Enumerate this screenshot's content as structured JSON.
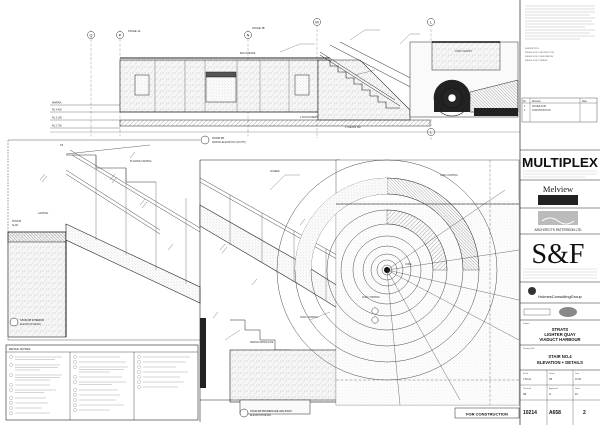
{
  "sheet": {
    "grid_markers": [
      "Q",
      "P",
      "N",
      "M",
      "L"
    ],
    "drawing_labels": {
      "elevation_south": {
        "title": "STAIR #8",
        "subtitle": "MARINA ELEVATION (SOUTH)"
      },
      "detail_left": {
        "title": "STAIR #8 INTERIOR",
        "subtitle": "ELEVATION DETAIL"
      },
      "detail_walkway": {
        "title": "STAIR #8 PROMENADE WALKWAY",
        "subtitle": "ELEVATION DETAIL"
      },
      "plaza_capping": "PLANTER CAPPING",
      "coke_capping": "CONC CAPPING",
      "cove": "CORE",
      "water_line": "MARINA WATER LINE",
      "stage_1a": "STAGE 1A",
      "stage_1b": "STAGE 1B"
    },
    "detail_notes": {
      "title": "DETAIL NOTES"
    },
    "construction_stamp": "FOR CONSTRUCTION"
  },
  "title_block": {
    "builder": "MULTIPLEX",
    "client": "Melview",
    "architect": "ARCHITECTS PATTERSON LTD",
    "engineer_logo": "S&F",
    "consultant": "HulmesConsultingGroup",
    "project": [
      "STRATS",
      "LIGHTER QUAY",
      "VIADUCT HARBOUR"
    ],
    "drawing_title": [
      "STAIR NO.4",
      "ELEVATION + DETAILS"
    ],
    "job_no": "10214",
    "drawing_no": "A658",
    "revision": "2",
    "revision_header": [
      "No.",
      "Revision",
      "Date"
    ]
  }
}
